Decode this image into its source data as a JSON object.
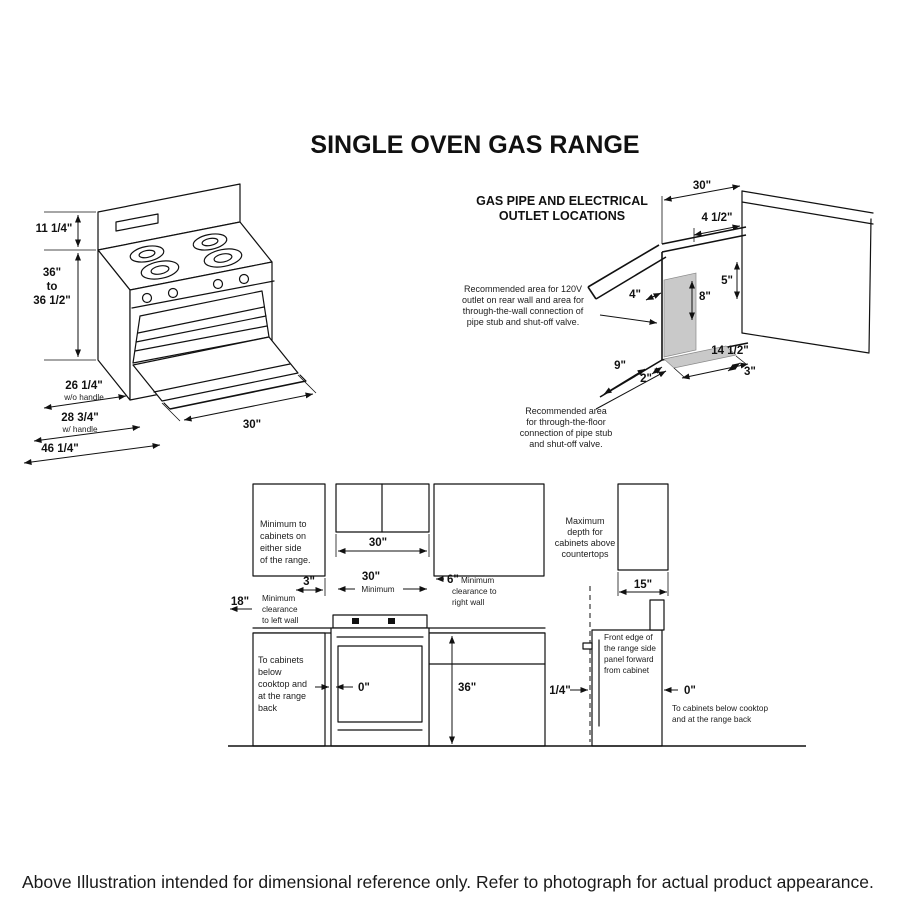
{
  "title": "SINGLE OVEN GAS RANGE",
  "footer": "Above Illustration intended for dimensional reference only. Refer to photograph for actual product appearance.",
  "range": {
    "backsplash_height": "11 1/4\"",
    "height_min": "36\"",
    "height_to": "to",
    "height_max": "36 1/2\"",
    "depth_no_handle": "26 1/4\"",
    "depth_no_handle_note": "w/o handle",
    "depth_with_handle": "28 3/4\"",
    "depth_with_handle_note": "w/ handle",
    "depth_door_open": "46 1/4\"",
    "width": "30\""
  },
  "gas": {
    "heading_line1": "GAS PIPE AND ELECTRICAL",
    "heading_line2": "OUTLET LOCATIONS",
    "dim_30": "30\"",
    "dim_4_5": "4 1/2\"",
    "dim_5": "5\"",
    "dim_4": "4\"",
    "dim_8": "8\"",
    "dim_14_5": "14 1/2\"",
    "dim_3": "3\"",
    "dim_2": "2\"",
    "dim_9": "9\"",
    "note_wall": [
      "Recommended area for 120V",
      "outlet on rear wall and area for",
      "through-the-wall connection of",
      "pipe stub and shut-off valve."
    ],
    "note_floor": [
      "Recommended area",
      "for through-the-floor",
      "connection of pipe stub",
      "and shut-off valve."
    ]
  },
  "cab": {
    "side_note": [
      "Minimum to",
      "cabinets on",
      "either side",
      "of the range."
    ],
    "dim_30_top": "30\"",
    "dim_3": "3\"",
    "dim_30_min": "30\"",
    "min_word": "Minimum",
    "dim_6": "6\"",
    "right_wall_note": [
      "Minimum",
      "clearance to",
      "right wall"
    ],
    "dim_18": "18\"",
    "left_wall_note": [
      "Minimum",
      "clearance",
      "to left wall"
    ],
    "below_note": [
      "To cabinets",
      "below",
      "cooktop and",
      "at the range",
      "back"
    ],
    "dim_0": "0\"",
    "dim_36": "36\"",
    "max_depth_note": [
      "Maximum",
      "depth for",
      "cabinets above",
      "countertops"
    ],
    "dim_15": "15\"",
    "dim_quarter": "1/4\"",
    "front_edge_note": [
      "Front edge of",
      "the range side",
      "panel forward",
      "from cabinet"
    ],
    "dim_0_right": "0\"",
    "below_right_note": [
      "To cabinets below cooktop",
      "and at the range back"
    ]
  }
}
